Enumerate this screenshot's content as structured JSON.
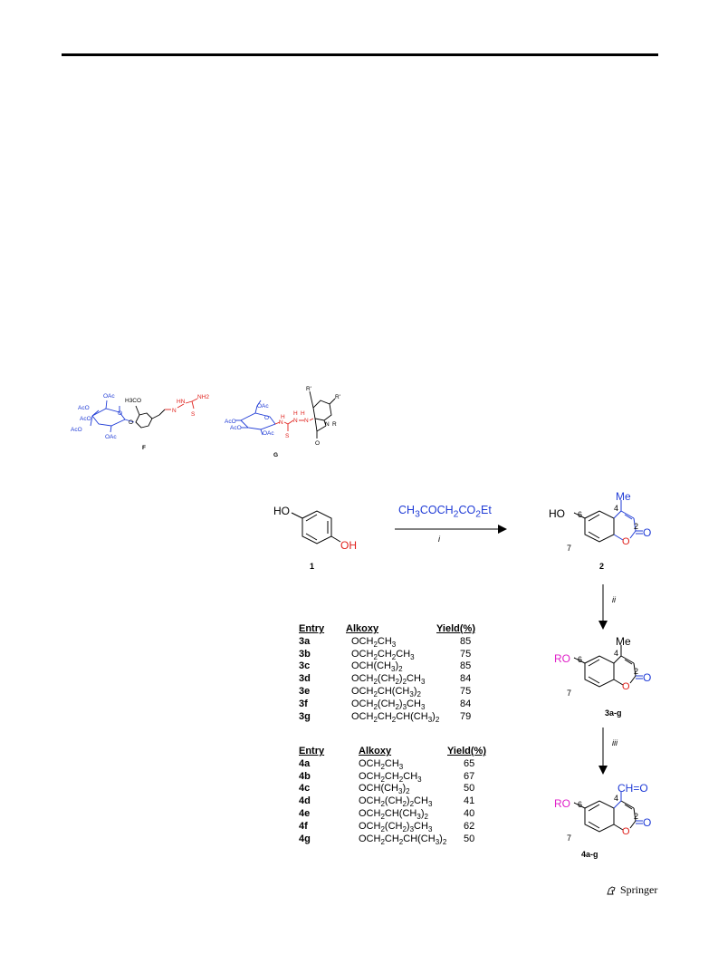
{
  "compounds": {
    "F": {
      "label": "F",
      "groups": [
        "AcO",
        "OAc",
        "AcO",
        "OAc",
        "AcO",
        "O",
        "O",
        "H3CO",
        "HN",
        "N",
        "NH2",
        "S"
      ]
    },
    "G": {
      "label": "G",
      "groups": [
        "R'",
        "R'",
        "OAc",
        "AcO",
        "AcO",
        "OAc",
        "O",
        "N",
        "H",
        "H",
        "H",
        "N",
        "N",
        "N",
        "R",
        "S",
        "O"
      ]
    },
    "c1": {
      "label": "1",
      "ho": "HO",
      "oh": "OH"
    },
    "c2": {
      "label": "2",
      "ho": "HO",
      "me": "Me",
      "pos6": "6",
      "pos4": "4",
      "pos7": "7",
      "pos2": "2",
      "o_ring": "O",
      "o_carbonyl": "O"
    },
    "c3": {
      "label": "3a-g",
      "ro": "RO",
      "me": "Me",
      "pos6": "6",
      "pos4": "4",
      "pos7": "7",
      "pos2": "2",
      "o_ring": "O",
      "o_carbonyl": "O"
    },
    "c4": {
      "label": "4a-g",
      "ro": "RO",
      "cho": "CH=O",
      "pos6": "6",
      "pos4": "4",
      "pos7": "7",
      "pos2": "2",
      "o_ring": "O",
      "o_carbonyl": "O"
    }
  },
  "reaction": {
    "reagent_prefix": "CH",
    "reagent_parts": [
      "3",
      "COCH",
      "2",
      "CO",
      "2",
      "Et"
    ],
    "step_i": "i",
    "step_ii": "ii",
    "step_iii": "iii"
  },
  "table3": {
    "headers": [
      "Entry",
      "Alkoxy",
      "Yield(%)"
    ],
    "rows": [
      {
        "entry": "3a",
        "alkoxy": "OCH2CH3",
        "yield": "85"
      },
      {
        "entry": "3b",
        "alkoxy": "OCH2CH2CH3",
        "yield": "75"
      },
      {
        "entry": "3c",
        "alkoxy": "OCH(CH3)2",
        "yield": "85"
      },
      {
        "entry": "3d",
        "alkoxy": "OCH2(CH2)2CH3",
        "yield": "84"
      },
      {
        "entry": "3e",
        "alkoxy": "OCH2CH(CH3)2",
        "yield": "75"
      },
      {
        "entry": "3f",
        "alkoxy": "OCH2(CH2)3CH3",
        "yield": "84"
      },
      {
        "entry": "3g",
        "alkoxy": "OCH2CH2CH(CH3)2",
        "yield": "79"
      }
    ]
  },
  "table4": {
    "headers": [
      "Entry",
      "Alkoxy",
      "Yield(%)"
    ],
    "rows": [
      {
        "entry": "4a",
        "alkoxy": "OCH2CH3",
        "yield": "65"
      },
      {
        "entry": "4b",
        "alkoxy": "OCH2CH2CH3",
        "yield": "67"
      },
      {
        "entry": "4c",
        "alkoxy": "OCH(CH3)2",
        "yield": "50"
      },
      {
        "entry": "4d",
        "alkoxy": "OCH2(CH2)2CH3",
        "yield": "41"
      },
      {
        "entry": "4e",
        "alkoxy": "OCH2CH(CH3)2",
        "yield": "40"
      },
      {
        "entry": "4f",
        "alkoxy": "OCH2(CH2)3CH3",
        "yield": "62"
      },
      {
        "entry": "4g",
        "alkoxy": "OCH2CH2CH(CH3)2",
        "yield": "50"
      }
    ]
  },
  "footer": {
    "publisher": "Springer"
  },
  "colors": {
    "blue": "#1f3bd6",
    "red": "#e0201b",
    "magenta": "#e020c8",
    "black": "#000000"
  }
}
